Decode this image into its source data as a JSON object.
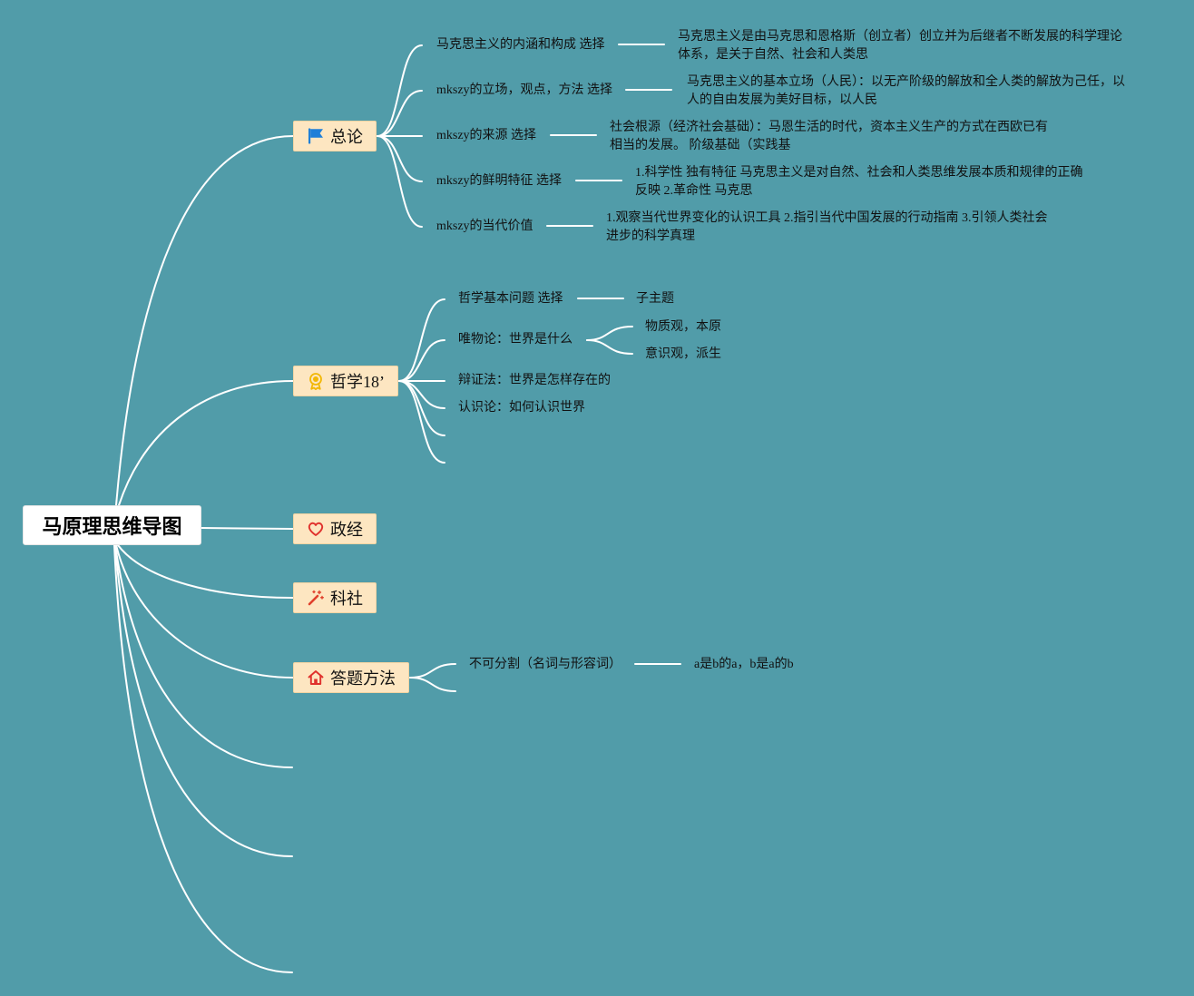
{
  "root": {
    "label": "马原理思维导图"
  },
  "topics": [
    {
      "label": "总论",
      "icon": "flag-icon",
      "children": [
        {
          "label": "马克思主义的内涵和构成 选择",
          "detail": [
            "马克思主义是由马克思和恩格斯（创立者）创立并为后继者不断发展的科学理论",
            "体系，是关于自然、社会和人类思"
          ]
        },
        {
          "label": "mkszy的立场，观点，方法 选择",
          "detail": [
            "马克思主义的基本立场（人民）：以无产阶级的解放和全人类的解放为己任，以",
            "人的自由发展为美好目标，以人民"
          ]
        },
        {
          "label": "mkszy的来源 选择",
          "detail": [
            "社会根源（经济社会基础）：马恩生活的时代，资本主义生产的方式在西欧已有",
            "相当的发展。 阶级基础（实践基"
          ]
        },
        {
          "label": "mkszy的鲜明特征 选择",
          "detail": [
            "1.科学性 独有特征 马克思主义是对自然、社会和人类思维发展本质和规律的正确",
            "反映 2.革命性 马克思"
          ]
        },
        {
          "label": "mkszy的当代价值",
          "detail": [
            "1.观察当代世界变化的认识工具 2.指引当代中国发展的行动指南 3.引领人类社会",
            "进步的科学真理"
          ]
        }
      ]
    },
    {
      "label": "哲学18’",
      "icon": "medal-icon",
      "children": [
        {
          "label": "哲学基本问题 选择",
          "children": [
            "子主题"
          ]
        },
        {
          "label": "唯物论：世界是什么",
          "children": [
            "物质观，本原",
            "意识观，派生"
          ]
        },
        {
          "label": "辩证法：世界是怎样存在的"
        },
        {
          "label": "认识论：如何认识世界"
        }
      ]
    },
    {
      "label": "政经",
      "icon": "heart-icon"
    },
    {
      "label": "科社",
      "icon": "magic-wand-icon"
    },
    {
      "label": "答题方法",
      "icon": "house-icon",
      "children": [
        {
          "label": "不可分割（名词与形容词）",
          "children": [
            "a是b的a，b是a的b"
          ]
        }
      ]
    }
  ],
  "colors": {
    "background": "#519ca9",
    "root_fill": "#ffffff",
    "topic_fill": "#fde6c1",
    "connector": "#ffffff",
    "text": "#111111",
    "flag": "#1f7fd8",
    "medal": "#f2b705",
    "heart": "#e0312c",
    "magic_wand": "#e0402c",
    "house": "#e0312c"
  }
}
